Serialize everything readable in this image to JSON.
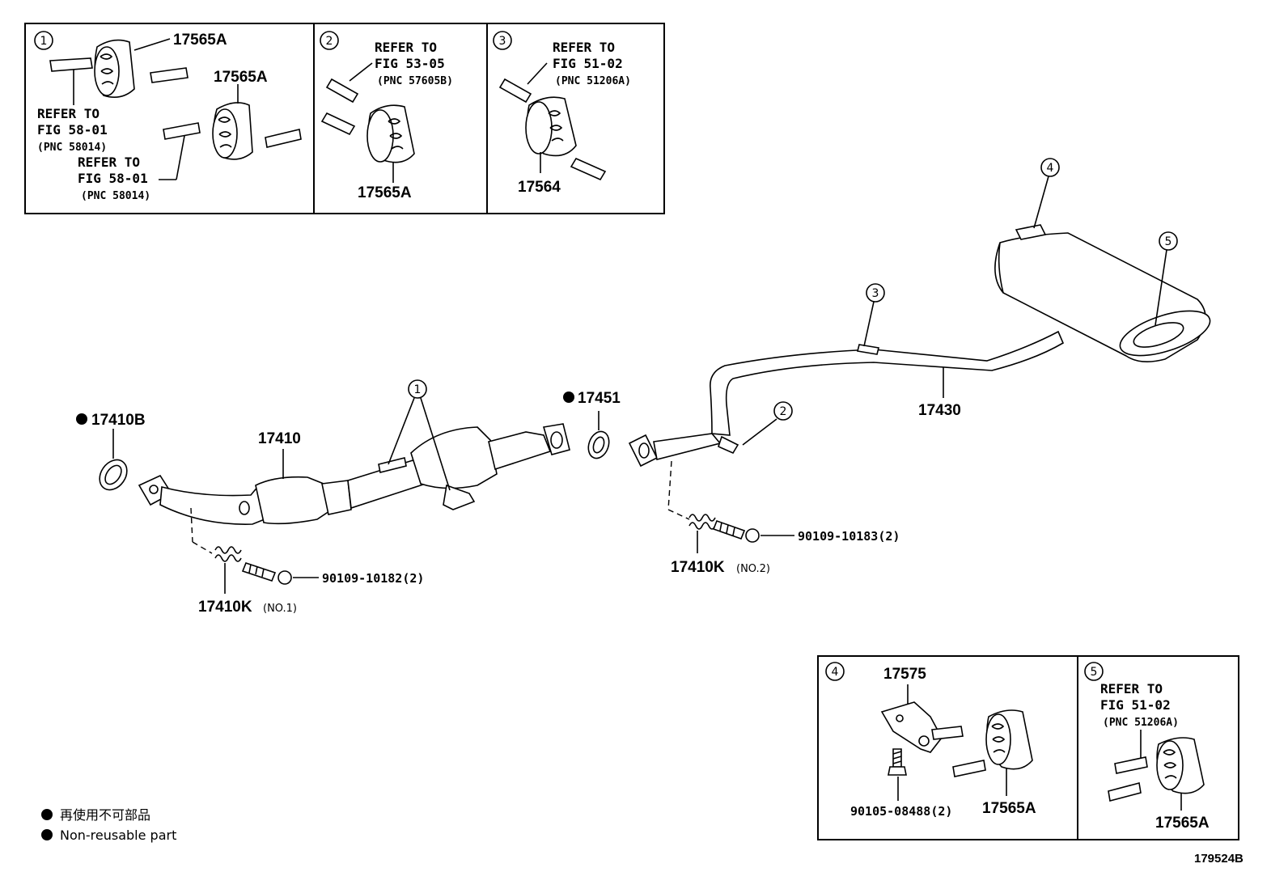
{
  "insets": {
    "inset1": {
      "number": "1",
      "label_top": "17565A",
      "label_mid": "17565A",
      "ref1_line1": "REFER TO",
      "ref1_line2": "FIG 58-01",
      "ref1_pnc": "(PNC 58014)",
      "ref2_line1": "REFER TO",
      "ref2_line2": "FIG 58-01",
      "ref2_pnc": "(PNC 58014)"
    },
    "inset2": {
      "number": "2",
      "ref_line1": "REFER TO",
      "ref_line2": "FIG 53-05",
      "ref_pnc": "(PNC 57605B)",
      "label": "17565A"
    },
    "inset3": {
      "number": "3",
      "ref_line1": "REFER TO",
      "ref_line2": "FIG 51-02",
      "ref_pnc": "(PNC 51206A)",
      "label": "17564"
    },
    "inset4": {
      "number": "4",
      "label_bracket": "17575",
      "label_bolt": "90105-08488(2)",
      "label_mount": "17565A"
    },
    "inset5": {
      "number": "5",
      "ref_line1": "REFER TO",
      "ref_line2": "FIG 51-02",
      "ref_pnc": "(PNC 51206A)",
      "label": "17565A"
    }
  },
  "main": {
    "gasket_front": "17410B",
    "front_pipe": "17410",
    "gasket_mid": "17451",
    "tail_pipe": "17430",
    "spring1": "17410K",
    "spring1_note": "(NO.1)",
    "spring2": "17410K",
    "spring2_note": "(NO.2)",
    "bolt1": "90109-10182(2)",
    "bolt2": "90109-10183(2)",
    "callouts": [
      "1",
      "2",
      "3",
      "4",
      "5"
    ]
  },
  "legend": {
    "line_japanese": "再使用不可部品",
    "line_english": "Non-reusable part"
  },
  "figure_code": "179524B"
}
